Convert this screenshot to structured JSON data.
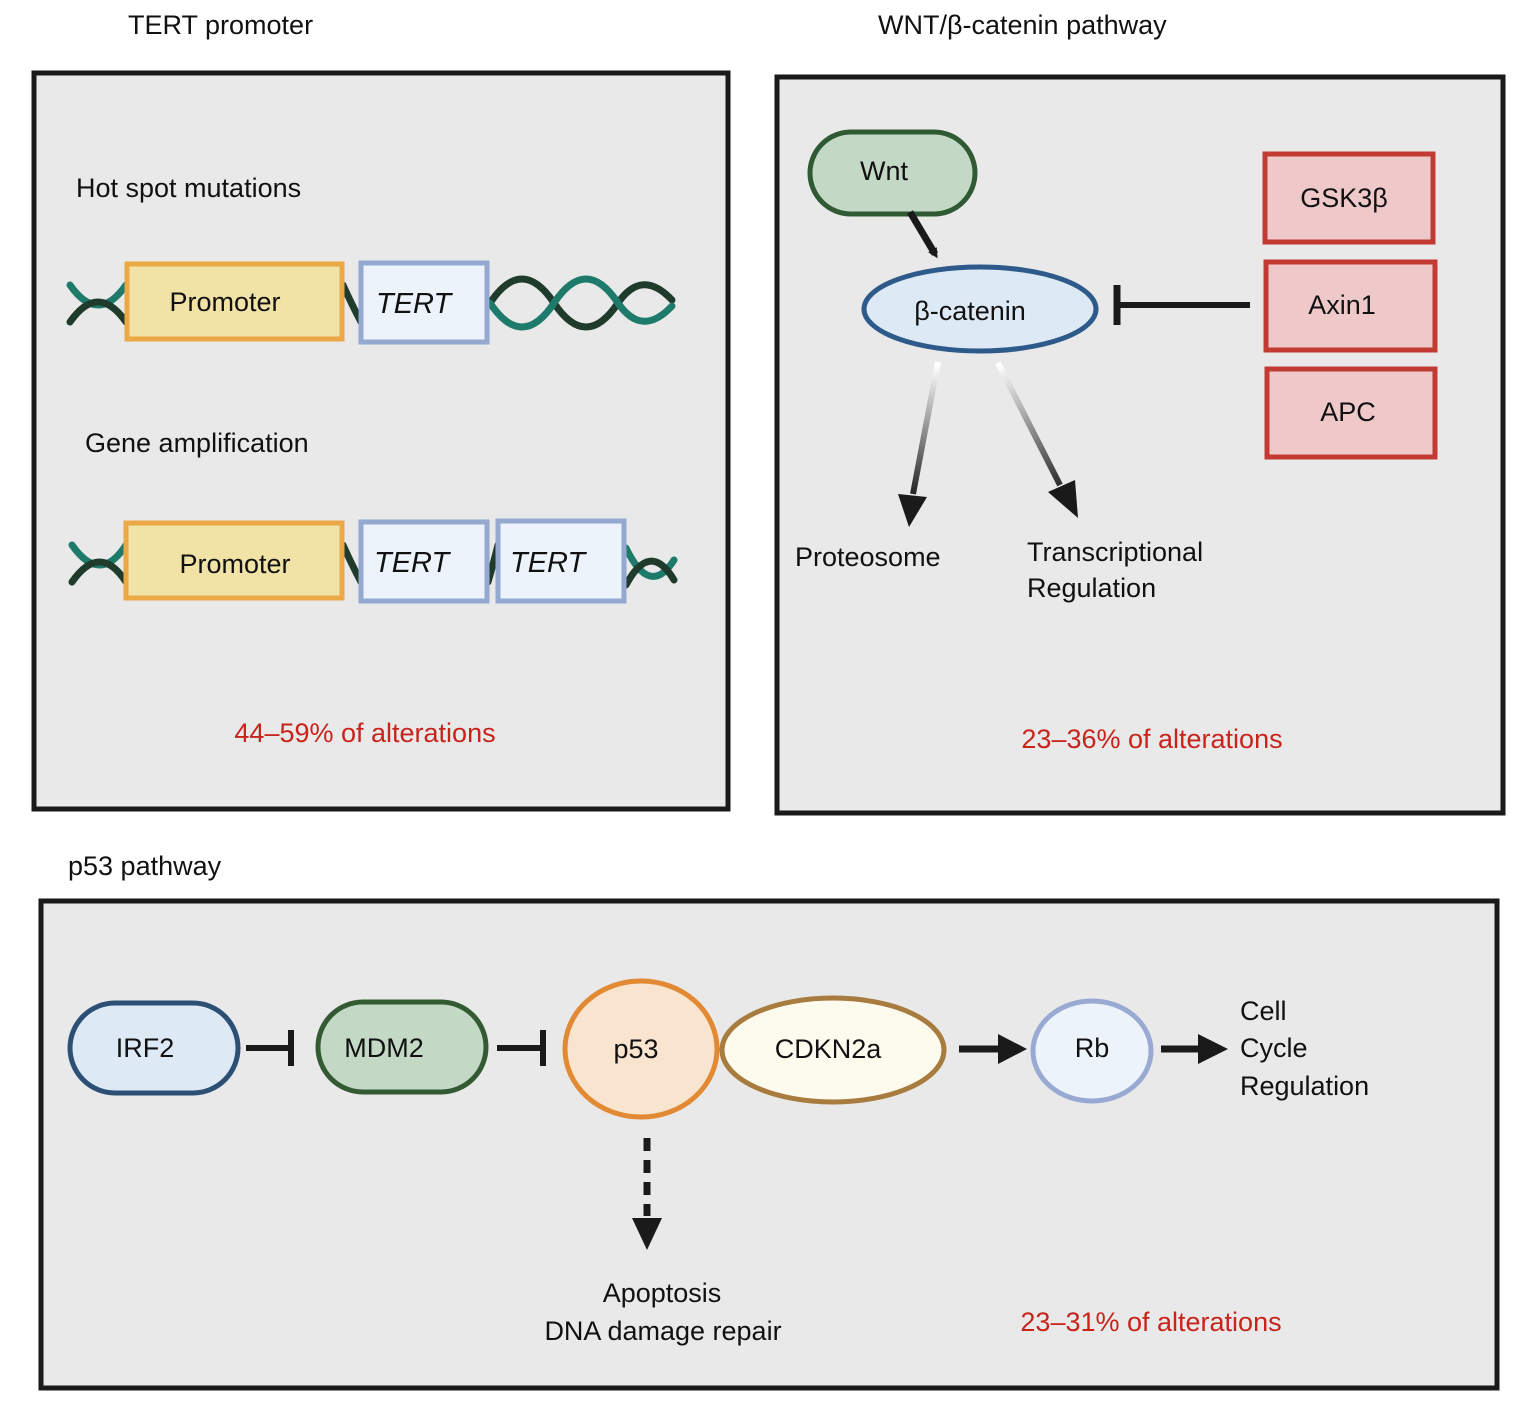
{
  "panels": {
    "tert": {
      "title": "TERT promoter",
      "hotspot_label": "Hot spot mutations",
      "amplification_label": "Gene amplification",
      "promoter_label": "Promoter",
      "gene_label": "TERT",
      "stat": "44–59% of alterations"
    },
    "wnt": {
      "title": "WNT/β-catenin pathway",
      "wnt_label": "Wnt",
      "catenin_label": "β-catenin",
      "gsk_label": "GSK3β",
      "axin_label": "Axin1",
      "apc_label": "APC",
      "proteosome_label": "Proteosome",
      "transcription_label_1": "Transcriptional",
      "transcription_label_2": "Regulation",
      "stat": "23–36% of alterations"
    },
    "p53": {
      "title": "p53 pathway",
      "irf2_label": "IRF2",
      "mdm2_label": "MDM2",
      "p53_label": "p53",
      "cdkn2a_label": "CDKN2a",
      "rb_label": "Rb",
      "cell_cycle_1": "Cell",
      "cell_cycle_2": "Cycle",
      "cell_cycle_3": "Regulation",
      "apoptosis_1": "Apoptosis",
      "apoptosis_2": "DNA damage repair",
      "stat": "23–31% of alterations"
    }
  },
  "colors": {
    "promoter_fill": "#f1e2a6",
    "promoter_stroke": "#eba845",
    "tert_fill": "#edf3fb",
    "tert_stroke": "#94a8d0",
    "dna_dark": "#1f3b2c",
    "dna_teal": "#1e7a6a",
    "wnt_fill": "#c3d9c5",
    "wnt_stroke": "#2f5a33",
    "catenin_fill": "#dde9f5",
    "catenin_stroke": "#2d5a8a",
    "red_fill": "#efc9c9",
    "red_stroke": "#c23a33",
    "irf2_fill": "#dde9f5",
    "irf2_stroke": "#2c4f74",
    "mdm2_fill": "#c3d9c5",
    "mdm2_stroke": "#345a33",
    "p53_fill": "#f8e4cf",
    "p53_stroke": "#e28a33",
    "cdkn2a_fill": "#fdfaee",
    "cdkn2a_stroke": "#a87b3e",
    "rb_fill": "#edf3fb",
    "rb_stroke": "#98aad2",
    "stat_text": "#c8241c"
  }
}
